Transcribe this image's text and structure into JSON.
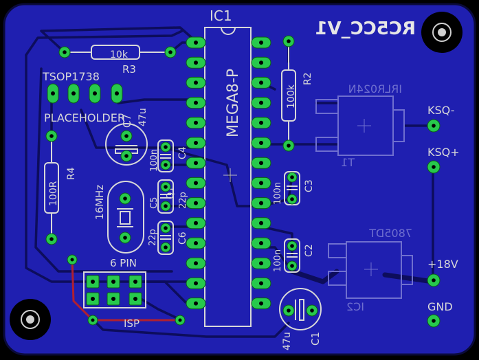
{
  "board": {
    "title_mirrored": "RC5CC_V1",
    "colors": {
      "background": "#000000",
      "copper_fill": "#1f1fb0",
      "pad": "#27c94c",
      "silkscreen": "#d8d8d8",
      "bottom_silk": "#6f6fcf",
      "top_wire": "#b02030"
    }
  },
  "labels": {
    "ic1": "IC1",
    "ic1_value": "MEGA8-P",
    "r3_value": "10k",
    "r3_name": "R3",
    "r2_value": "100k",
    "r2_name": "R2",
    "r4_value": "100R",
    "r4_name": "R4",
    "tsop": "TSOP1738",
    "placeholder": "PLACEHOLDER",
    "c7_name": "C7",
    "c7_value": "47u",
    "c4_value": "100n",
    "c4_name": "C4",
    "c5_name": "C5",
    "q1_name": "Q1",
    "c5_value": "22p",
    "c6_value": "22p",
    "c6_name": "C6",
    "crystal": "16MHz",
    "c3_value": "100n",
    "c3_name": "C3",
    "c2_value": "100n",
    "c2_name": "C2",
    "c1_value": "47u",
    "c1_name": "C1",
    "six_pin": "6 PIN",
    "isp": "ISP",
    "t1_value": "IRLR024N",
    "t1_name": "T1",
    "ic2_value": "7805DT",
    "ic2_name": "IC2",
    "ksq_minus": "KSQ-",
    "ksq_plus": "KSQ+",
    "v18": "+18V",
    "gnd": "GND"
  }
}
